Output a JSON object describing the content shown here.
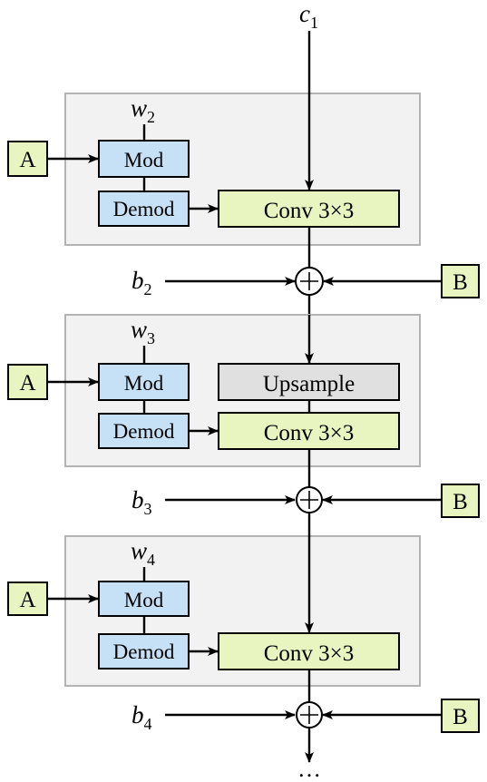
{
  "colors": {
    "block_bg": "#f2f2f2",
    "block_border": "#b3b3b3",
    "mod_fill": "#c6e0f5",
    "conv_fill": "#e8f5c1",
    "upsample_fill": "#e0e0e0",
    "input_fill": "#e8f5c1",
    "stroke": "#000000"
  },
  "input": {
    "var": "c",
    "sub": "1"
  },
  "blocks": [
    {
      "weight": {
        "var": "w",
        "sub": "2"
      },
      "a_label": "A",
      "mod_label": "Mod",
      "demod_label": "Demod",
      "conv_label": "Conv 3×3",
      "bias": {
        "var": "b",
        "sub": "2"
      },
      "b_label": "B"
    },
    {
      "weight": {
        "var": "w",
        "sub": "3"
      },
      "a_label": "A",
      "mod_label": "Mod",
      "demod_label": "Demod",
      "upsample_label": "Upsample",
      "conv_label": "Conv 3×3",
      "bias": {
        "var": "b",
        "sub": "3"
      },
      "b_label": "B"
    },
    {
      "weight": {
        "var": "w",
        "sub": "4"
      },
      "a_label": "A",
      "mod_label": "Mod",
      "demod_label": "Demod",
      "conv_label": "Conv 3×3",
      "bias": {
        "var": "b",
        "sub": "4"
      },
      "b_label": "B"
    }
  ],
  "plus_symbol": "+",
  "continuation": "…"
}
